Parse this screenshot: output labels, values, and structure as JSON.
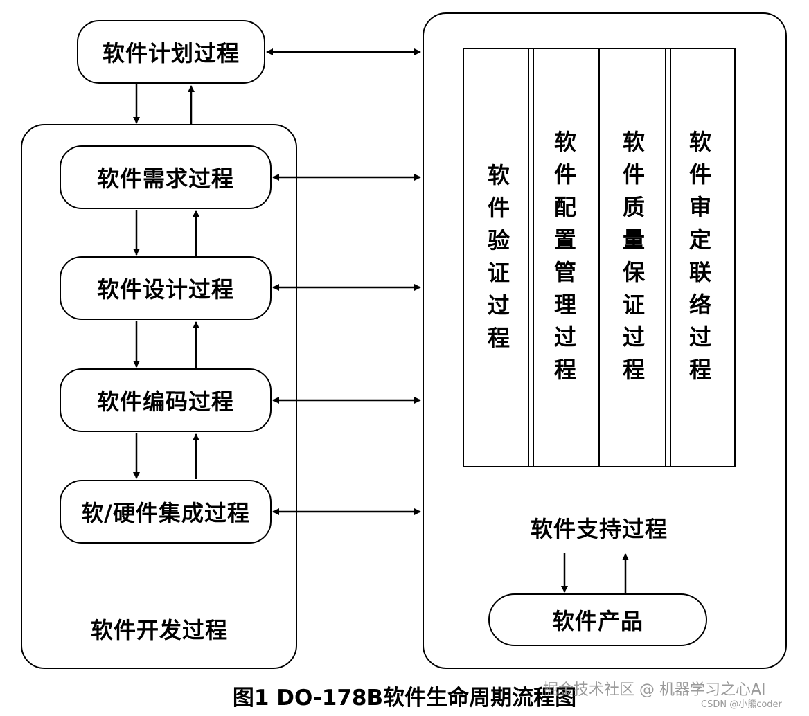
{
  "diagram": {
    "planning": "软件计划过程",
    "development_group": "软件开发过程",
    "dev_steps": [
      "软件需求过程",
      "软件设计过程",
      "软件编码过程",
      "软/硬件集成过程"
    ],
    "support_group": "软件支持过程",
    "support_columns": [
      [
        "软",
        "件",
        "验",
        "证",
        "过",
        "程"
      ],
      [
        "软",
        "件",
        "配",
        "置",
        "管",
        "理",
        "过",
        "程"
      ],
      [
        "软",
        "件",
        "质",
        "量",
        "保",
        "证",
        "过",
        "程"
      ],
      [
        "软",
        "件",
        "审",
        "定",
        "联",
        "络",
        "过",
        "程"
      ]
    ],
    "product": "软件产品"
  },
  "caption": "图1 DO-178B软件生命周期流程图",
  "watermark": {
    "site": "掘金技术社区 @ 机器学习之心AI",
    "csdn": "CSDN @小熊coder"
  }
}
